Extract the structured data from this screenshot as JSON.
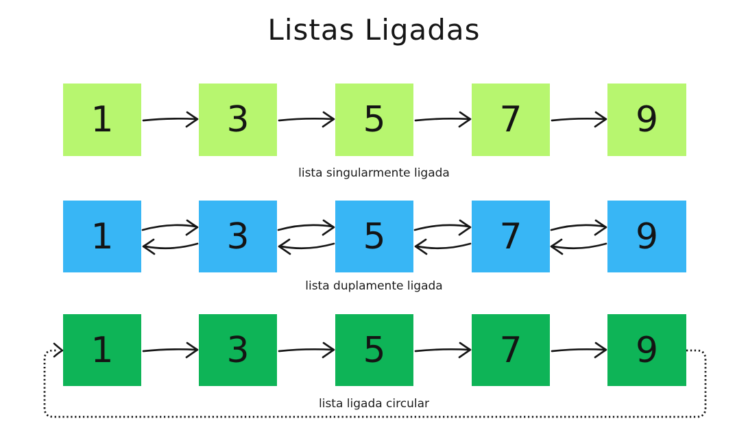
{
  "title": "Listas Ligadas",
  "colors": {
    "singly_box": "#b7f66f",
    "doubly_box": "#38b6f5",
    "circular_box": "#0eb457",
    "stroke": "#161616"
  },
  "rows": [
    {
      "id": "singly",
      "label": "lista singularmente ligada",
      "color": "#b7f66f",
      "nodes": [
        "1",
        "3",
        "5",
        "7",
        "9"
      ]
    },
    {
      "id": "doubly",
      "label": "lista duplamente ligada",
      "color": "#38b6f5",
      "nodes": [
        "1",
        "3",
        "5",
        "7",
        "9"
      ]
    },
    {
      "id": "circular",
      "label": "lista ligada circular",
      "color": "#0eb457",
      "nodes": [
        "1",
        "3",
        "5",
        "7",
        "9"
      ]
    }
  ]
}
